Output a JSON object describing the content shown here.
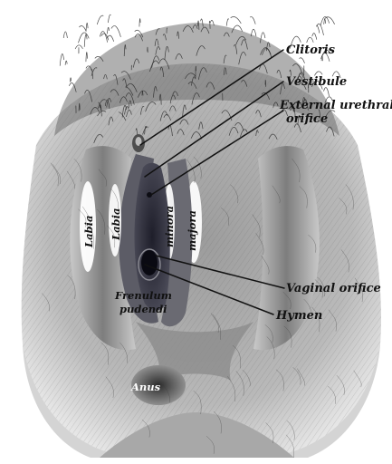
{
  "labels": {
    "clitoris": "Clitoris",
    "vestibule": "Vestibule",
    "external_urethral_orifice_line1": "External urethral",
    "external_urethral_orifice_line2": "orifice",
    "vaginal_orifice": "Vaginal orifice",
    "hymen": "Hymen",
    "labia_majora_left": "Labia",
    "labia_minora_left": "Labia",
    "labia_minora_right": "minora",
    "labia_majora_right": "majora",
    "frenulum_line1": "Frenulum",
    "frenulum_line2": "pudendi",
    "anus": "Anus"
  },
  "colors": {
    "ink": "#111111",
    "skin_tone": "#8a8a8a",
    "dark_cavity": "#2b2b38",
    "paper": "#ffffff"
  }
}
